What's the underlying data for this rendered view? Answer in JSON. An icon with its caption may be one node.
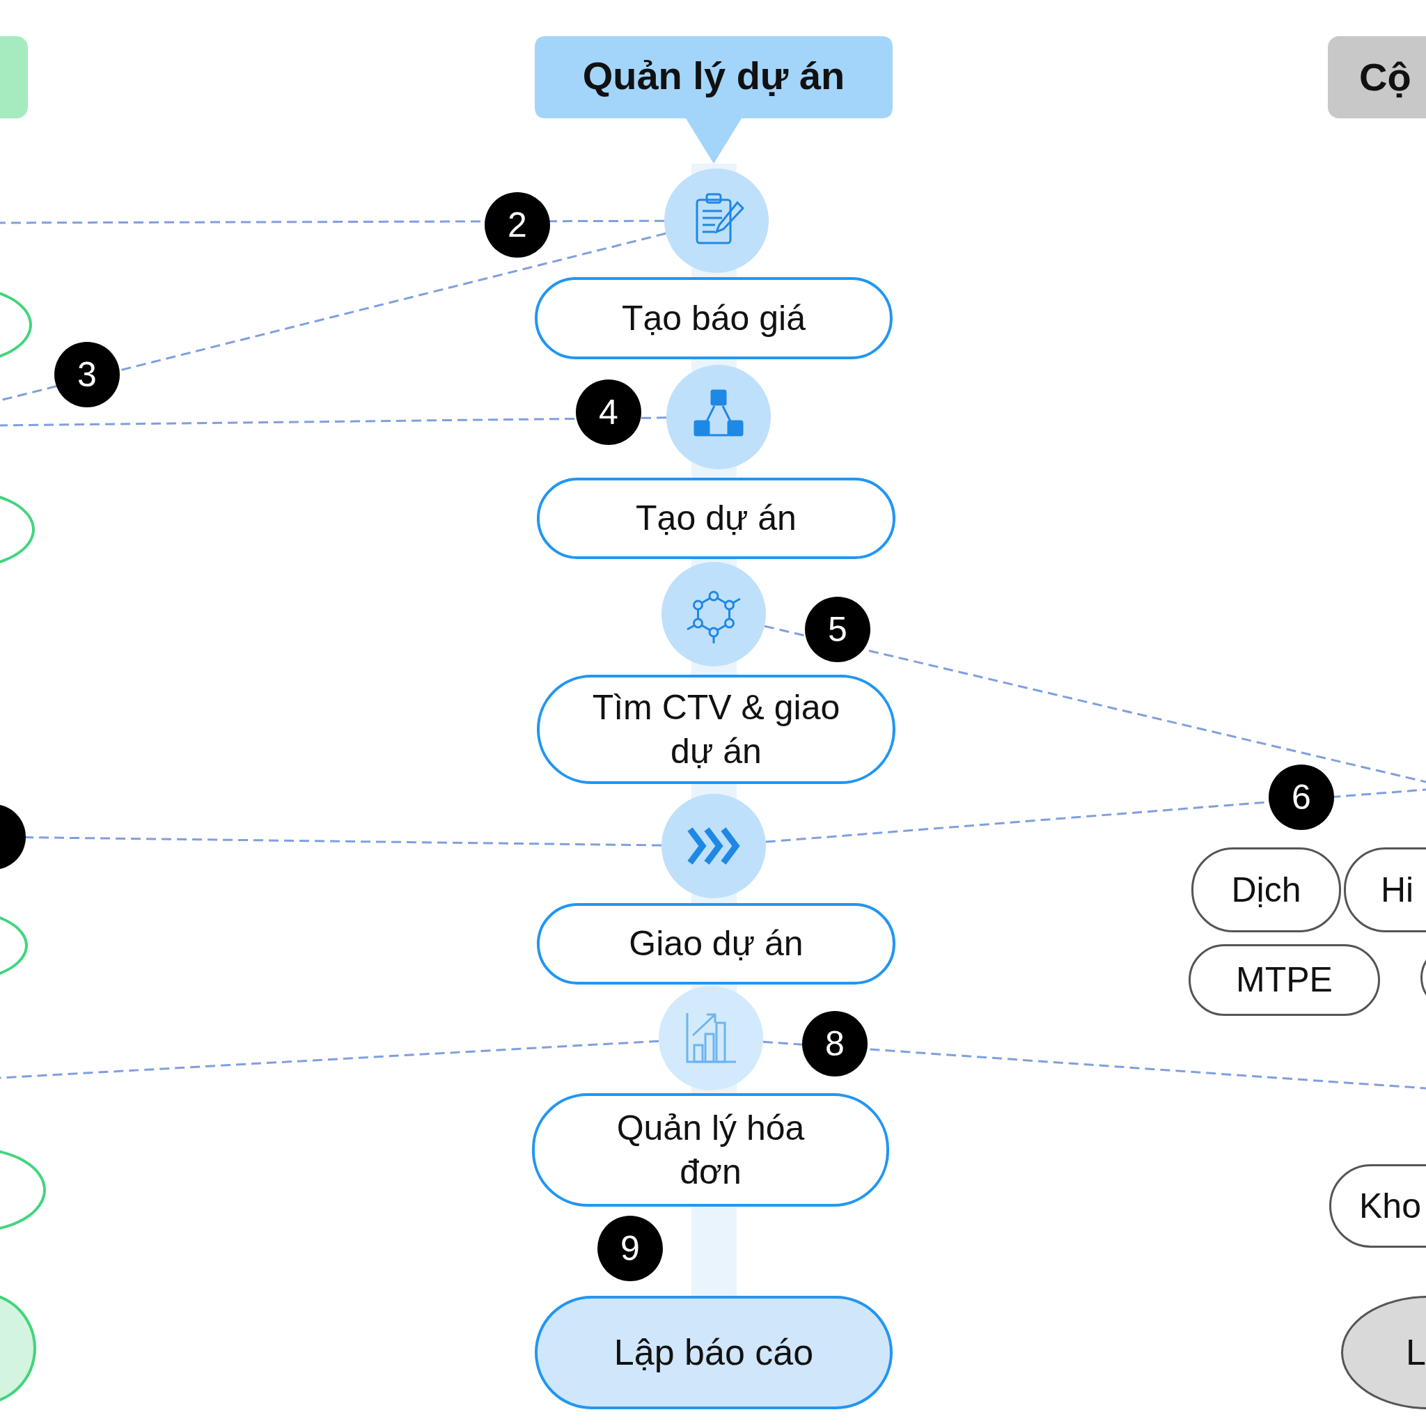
{
  "diagram": {
    "nodes": [
      {
        "text": [],
        "shape": "box"
      },
      {
        "text": [
          "Quản lý dự án"
        ]
      },
      {
        "text": [
          "Cộ"
        ]
      },
      {
        "text": [],
        "shape": "circle"
      },
      {
        "text": [
          "2"
        ]
      },
      {
        "text": [],
        "shape": "ellipse"
      },
      {
        "text": [
          "Tạo báo giá"
        ]
      },
      {
        "text": [
          "3"
        ]
      },
      {
        "text": [
          "4"
        ]
      },
      {
        "text": [],
        "shape": "circle"
      },
      {
        "text": [],
        "shape": "ellipse"
      },
      {
        "text": [
          "Tạo dự án"
        ]
      },
      {
        "text": [],
        "shape": "circle"
      },
      {
        "text": [
          "5"
        ]
      },
      {
        "text": [
          "Tìm CTV & giao dự án"
        ]
      },
      {
        "text": [
          "6"
        ]
      },
      {
        "text": [],
        "shape": "circle"
      },
      {
        "text": [],
        "shape": "circle"
      },
      {
        "text": [
          "Dịch"
        ]
      },
      {
        "text": [
          "Hi"
        ]
      },
      {
        "text": [],
        "shape": "ellipse"
      },
      {
        "text": [
          "Giao dự án"
        ]
      },
      {
        "text": [
          "MTPE"
        ]
      },
      {
        "text": [],
        "shape": "box"
      },
      {
        "text": [],
        "shape": "circle"
      },
      {
        "text": [
          "8"
        ]
      },
      {
        "text": [
          "Quản lý hóa đơn"
        ]
      },
      {
        "text": [],
        "shape": "ellipse"
      },
      {
        "text": [
          "Kho"
        ]
      },
      {
        "text": [
          "9"
        ]
      },
      {
        "text": [],
        "shape": "circle"
      },
      {
        "text": [
          "Lập báo cáo"
        ]
      },
      {
        "text": [
          "L"
        ]
      }
    ],
    "edges": [
      {
        "from": 3,
        "to": null,
        "arrow": "none",
        "style": "dashed"
      },
      {
        "from": 3,
        "to": null,
        "arrow": "none",
        "style": "dashed"
      },
      {
        "from": 9,
        "to": null,
        "arrow": "none",
        "style": "dashed"
      },
      {
        "from": 12,
        "to": null,
        "arrow": "none",
        "style": "dashed"
      },
      {
        "from": 17,
        "to": 16,
        "arrow": "none",
        "style": "dashed"
      },
      {
        "from": 17,
        "to": null,
        "arrow": "none",
        "style": "dashed"
      },
      {
        "from": 24,
        "to": null,
        "arrow": "none",
        "style": "dashed"
      },
      {
        "from": 24,
        "to": null,
        "arrow": "none",
        "style": "dashed"
      }
    ]
  }
}
